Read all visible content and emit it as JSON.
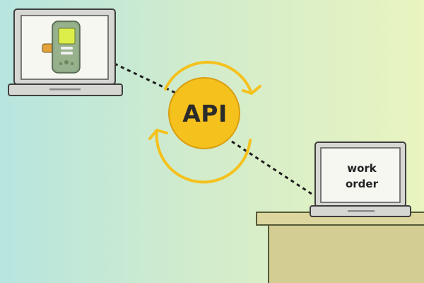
{
  "api": {
    "label": "API"
  },
  "screen": {
    "line1": "work",
    "line2": "order"
  },
  "icons": {
    "left_device": "laptop-icon",
    "right_device": "laptop-icon",
    "handheld": "handheld-scanner-icon",
    "sync": "sync-arrows-icon",
    "desk": "desk-icon"
  },
  "colors": {
    "gradient_left": "#b7e5df",
    "gradient_right": "#e9f4c0",
    "api_circle": "#f5c11d",
    "laptop_body": "#d6d6d3",
    "screen": "#f7f7f2",
    "desk": "#d3cc93",
    "handheld": "#8ca884"
  }
}
